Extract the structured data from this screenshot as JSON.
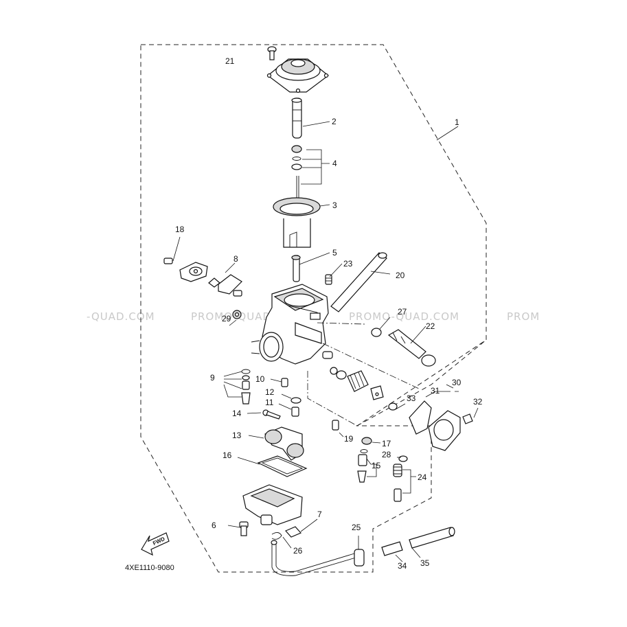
{
  "diagram": {
    "code": "4XE1110-9080",
    "fwd_label": "FWD",
    "watermarks": [
      "-QUAD.COM",
      "PROMO-QUAD.COM",
      "PROMO-QUAD.COM",
      "PROM"
    ],
    "callouts": [
      "1",
      "2",
      "3",
      "4",
      "5",
      "6",
      "7",
      "8",
      "9",
      "10",
      "11",
      "12",
      "13",
      "14",
      "15",
      "16",
      "17",
      "18",
      "19",
      "20",
      "21",
      "22",
      "23",
      "24",
      "25",
      "26",
      "27",
      "28",
      "29",
      "30",
      "31",
      "32",
      "33",
      "34",
      "35"
    ]
  }
}
